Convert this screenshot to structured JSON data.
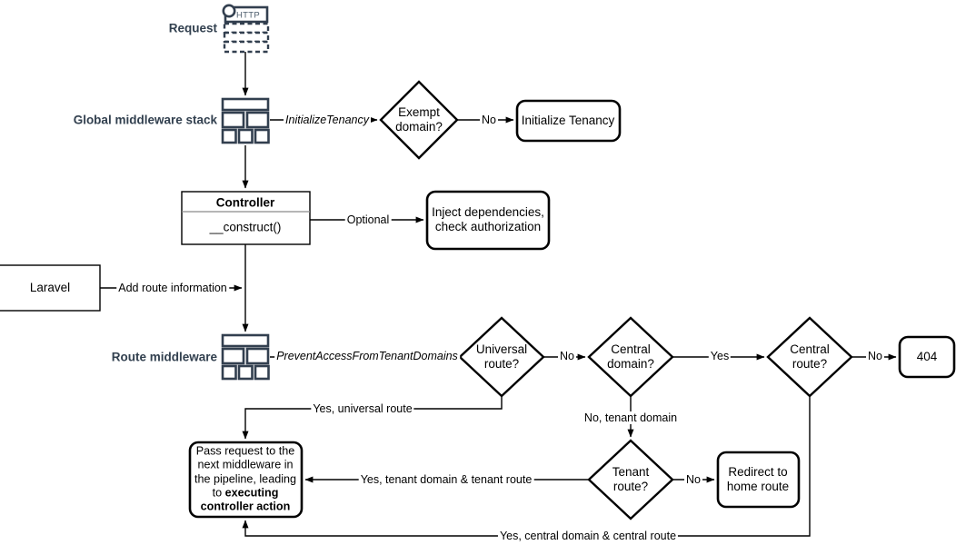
{
  "diagram": {
    "title": "Laravel multi-tenancy request lifecycle flowchart",
    "colors": {
      "stroke": "#000000",
      "icon_stroke": "#323f4f",
      "swimlane_label": "#32404f",
      "background": "#ffffff",
      "separator": "#8a8a8a"
    },
    "swimlane_labels": [
      {
        "id": "request",
        "text": "Request"
      },
      {
        "id": "global-middleware-stack",
        "text": "Global middleware stack"
      },
      {
        "id": "route-middleware",
        "text": "Route middleware"
      }
    ],
    "icons": [
      {
        "id": "http-request-icon",
        "name": "http-request-icon",
        "caption": "HTTP"
      },
      {
        "id": "global-middleware-icon",
        "name": "middleware-stack-icon"
      },
      {
        "id": "route-middleware-icon",
        "name": "middleware-stack-icon"
      }
    ],
    "nodes": [
      {
        "id": "exempt-domain",
        "text": "Exempt\ndomain?",
        "shape": "diamond"
      },
      {
        "id": "initialize-tenancy",
        "text": "Initialize Tenancy",
        "shape": "rounded-rect"
      },
      {
        "id": "controller",
        "title": "Controller",
        "body": "__construct()",
        "shape": "class-box"
      },
      {
        "id": "inject-dependencies",
        "text": "Inject dependencies,\ncheck authorization",
        "shape": "rounded-rect"
      },
      {
        "id": "laravel",
        "text": "Laravel",
        "shape": "rect"
      },
      {
        "id": "universal-route",
        "text": "Universal\nroute?",
        "shape": "diamond"
      },
      {
        "id": "central-domain",
        "text": "Central\ndomain?",
        "shape": "diamond"
      },
      {
        "id": "central-route",
        "text": "Central\nroute?",
        "shape": "diamond"
      },
      {
        "id": "not-found",
        "text": "404",
        "shape": "rounded-rect"
      },
      {
        "id": "tenant-route",
        "text": "Tenant\nroute?",
        "shape": "diamond"
      },
      {
        "id": "redirect-home",
        "text": "Redirect to\nhome route",
        "shape": "rounded-rect"
      },
      {
        "id": "pass-request",
        "shape": "rounded-rect",
        "text_parts": [
          {
            "text": "Pass request to the next middleware in the pipeline, leading to ",
            "bold": false
          },
          {
            "text": "executing controller action",
            "bold": true
          }
        ],
        "text_plain": "Pass request to the next middleware in the pipeline, leading to executing controller action"
      }
    ],
    "edge_labels": [
      {
        "id": "initialize-tenancy-label",
        "text": "InitializeTenancy",
        "italic": true
      },
      {
        "id": "exempt-domain-no",
        "text": "No",
        "italic": false
      },
      {
        "id": "controller-optional",
        "text": "Optional",
        "italic": false
      },
      {
        "id": "add-route-information",
        "text": "Add route information",
        "italic": false
      },
      {
        "id": "prevent-access-from-tenant-domains",
        "text": "PreventAccessFromTenantDomains",
        "italic": true
      },
      {
        "id": "universal-route-no",
        "text": "No",
        "italic": false
      },
      {
        "id": "central-domain-yes",
        "text": "Yes",
        "italic": false
      },
      {
        "id": "central-route-no",
        "text": "No",
        "italic": false
      },
      {
        "id": "universal-route-yes",
        "text": "Yes, universal route",
        "italic": false
      },
      {
        "id": "central-domain-no",
        "text": "No, tenant domain",
        "italic": false
      },
      {
        "id": "tenant-route-no",
        "text": "No",
        "italic": false
      },
      {
        "id": "tenant-route-yes",
        "text": "Yes, tenant domain & tenant route",
        "italic": false
      },
      {
        "id": "central-route-yes",
        "text": "Yes, central domain & central route",
        "italic": false
      }
    ]
  }
}
